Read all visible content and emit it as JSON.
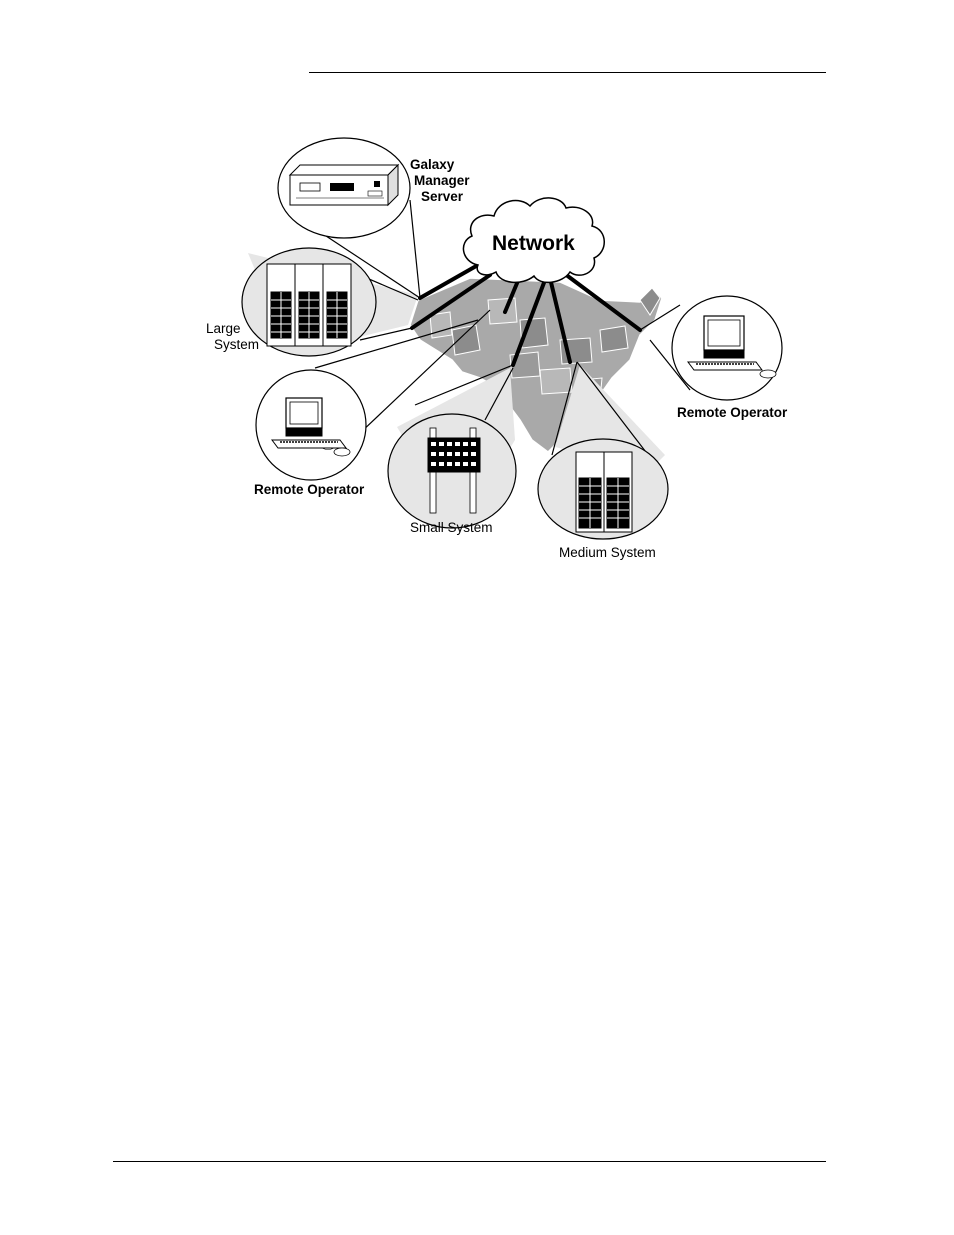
{
  "diagram": {
    "cloud_label": "Network",
    "server_label_line1": "Galaxy",
    "server_label_line2": "Manager",
    "server_label_line3": "Server",
    "large_label_line1": "Large",
    "large_label_line2": "System",
    "remote_left_label": "Remote Operator",
    "remote_right_label": "Remote Operator",
    "small_label": "Small System",
    "medium_label": "Medium System"
  },
  "colors": {
    "map_fill": "#a9a9a9",
    "map_dark": "#8c8c8c",
    "circle_fill": "#e6e6e6",
    "line": "#000000"
  }
}
